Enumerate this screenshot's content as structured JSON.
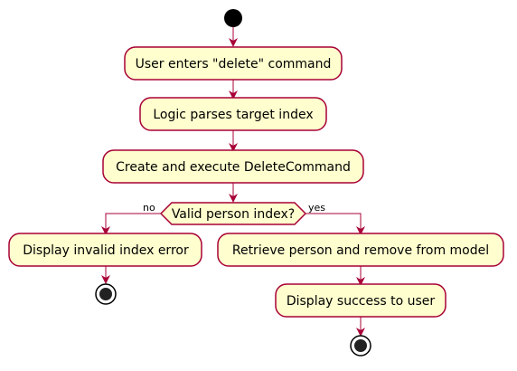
{
  "diagram": {
    "type": "activity",
    "colors": {
      "node_fill": "#FEFECE",
      "border": "#A80036",
      "arrow": "#A80036",
      "start_fill": "#000000",
      "stop_outer": "#000000",
      "stop_inner": "#222222"
    },
    "nodes": {
      "user_enters": "User enters \"delete\" command",
      "logic_parses": "Logic parses target index",
      "create_execute": "Create and execute DeleteCommand",
      "decision": "Valid person index?",
      "invalid_error": "Display invalid index error",
      "retrieve_remove": "Retrieve person and remove from model",
      "display_success": "Display success to user"
    },
    "branches": {
      "no": "no",
      "yes": "yes"
    }
  }
}
